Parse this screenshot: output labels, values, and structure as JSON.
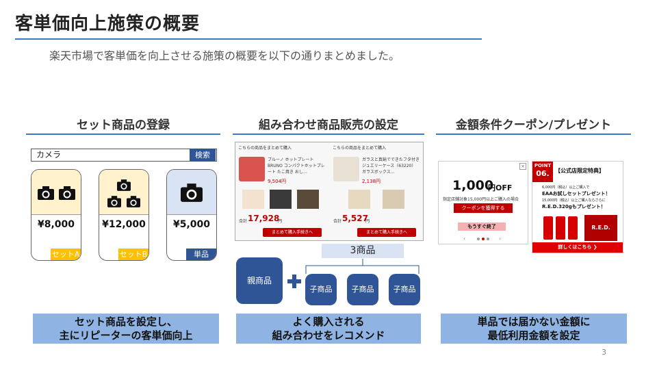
{
  "page": {
    "title": "客単価向上施策の概要",
    "subtitle": "楽天市場で客単価を向上させる施策の概要を以下の通りまとめました。",
    "page_number": "3"
  },
  "colors": {
    "accent": "#3b78c8",
    "navy": "#2f5597",
    "summary_bg": "#8fb4e3",
    "yellow": "#ffc000"
  },
  "col1": {
    "heading": "セット商品の登録",
    "search_value": "カメラ",
    "search_button": "検索",
    "cards": [
      {
        "price": "¥8,000",
        "tag": "セットA",
        "icon": "camera-icon"
      },
      {
        "price": "¥12,000",
        "tag": "セットB",
        "icon": "camera-icon"
      },
      {
        "price": "¥5,000",
        "tag": "単品",
        "icon": "camera-icon"
      }
    ],
    "summary_line1": "セット商品を設定し、",
    "summary_line2": "主にリピーターの客単価向上"
  },
  "col2": {
    "heading": "組み合わせ商品販売の設定",
    "panels": [
      {
        "header": "こちらの商品をまとめて購入",
        "product_name": "ブルーノ ホットプレート BRUNO コンパクトホットプレート たこ焼き おし…",
        "product_price": "9,504円",
        "total_label": "合計",
        "total": "17,928",
        "total_unit": "円",
        "button": "まとめて購入手続きへ"
      },
      {
        "header": "こちらの商品をまとめて購入",
        "product_name": "ガラスと真鍮でできたフタ付き ジュエリーケース（63220）ガラスボックス…",
        "product_price": "2,138円",
        "total_label": "合計",
        "total": "5,527",
        "total_unit": "円",
        "button": "まとめて購入手続きへ"
      }
    ],
    "badge": "3商品",
    "parent": "親商品",
    "children": [
      "子商品",
      "子商品",
      "子商品"
    ],
    "summary_line1": "よく購入される",
    "summary_line2": "組み合わせをレコメンド"
  },
  "col3": {
    "heading": "金額条件クーポン/プレゼント",
    "coupon": {
      "amount": "1,000",
      "amount_unit": "円OFF",
      "condition": "指定店舗対象15,000円以上ご購入の場合",
      "button": "クーポンを獲得する",
      "ribbon": "もうすぐ終了"
    },
    "promo": {
      "point_label": "POINT",
      "point_number": "06.",
      "heading": "【公式店限定特典】",
      "line1": "6,000円（税込）以上ご購入で",
      "line2": "EAAお試しセットプレゼント！",
      "line3": "15,000円（税込）以上ご購入ならさらに",
      "line4": "R.E.D.320gもプレゼント！",
      "brand": "R.E.D.",
      "cta": "詳しくはこちら ❯"
    },
    "summary_line1": "単品では届かない金額に",
    "summary_line2": "最低利用金額を設定"
  }
}
